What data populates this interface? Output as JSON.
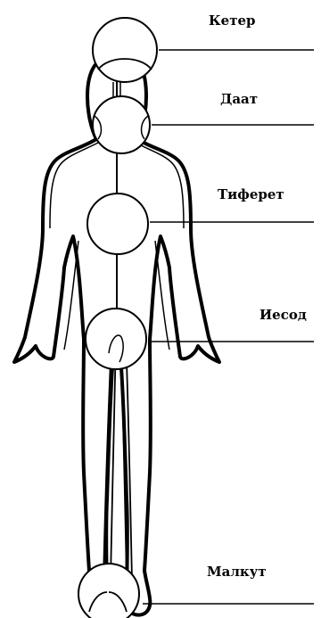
{
  "colors": {
    "ink": "#000000",
    "background": "#ffffff"
  },
  "sephirot": [
    {
      "id": "keter",
      "label": "Кетер"
    },
    {
      "id": "daat",
      "label": "Даат"
    },
    {
      "id": "tiferet",
      "label": "Тиферет"
    },
    {
      "id": "yesod",
      "label": "Иесод"
    },
    {
      "id": "malkut",
      "label": "Малкут"
    }
  ]
}
